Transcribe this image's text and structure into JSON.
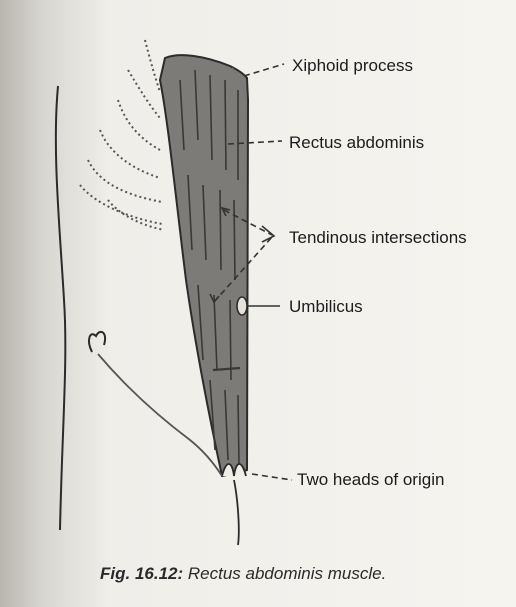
{
  "labels": {
    "xiphoid": "Xiphoid process",
    "rectus": "Rectus abdominis",
    "tendinous": "Tendinous intersections",
    "umbilicus": "Umbilicus",
    "heads": "Two heads of origin"
  },
  "caption": {
    "fig_no": "Fig. 16.12:",
    "text": "Rectus abdominis muscle."
  },
  "colors": {
    "muscle": "#7d7b78",
    "line": "#2b2b2b",
    "ribs": "#555555",
    "background": "#f3f1ec"
  }
}
